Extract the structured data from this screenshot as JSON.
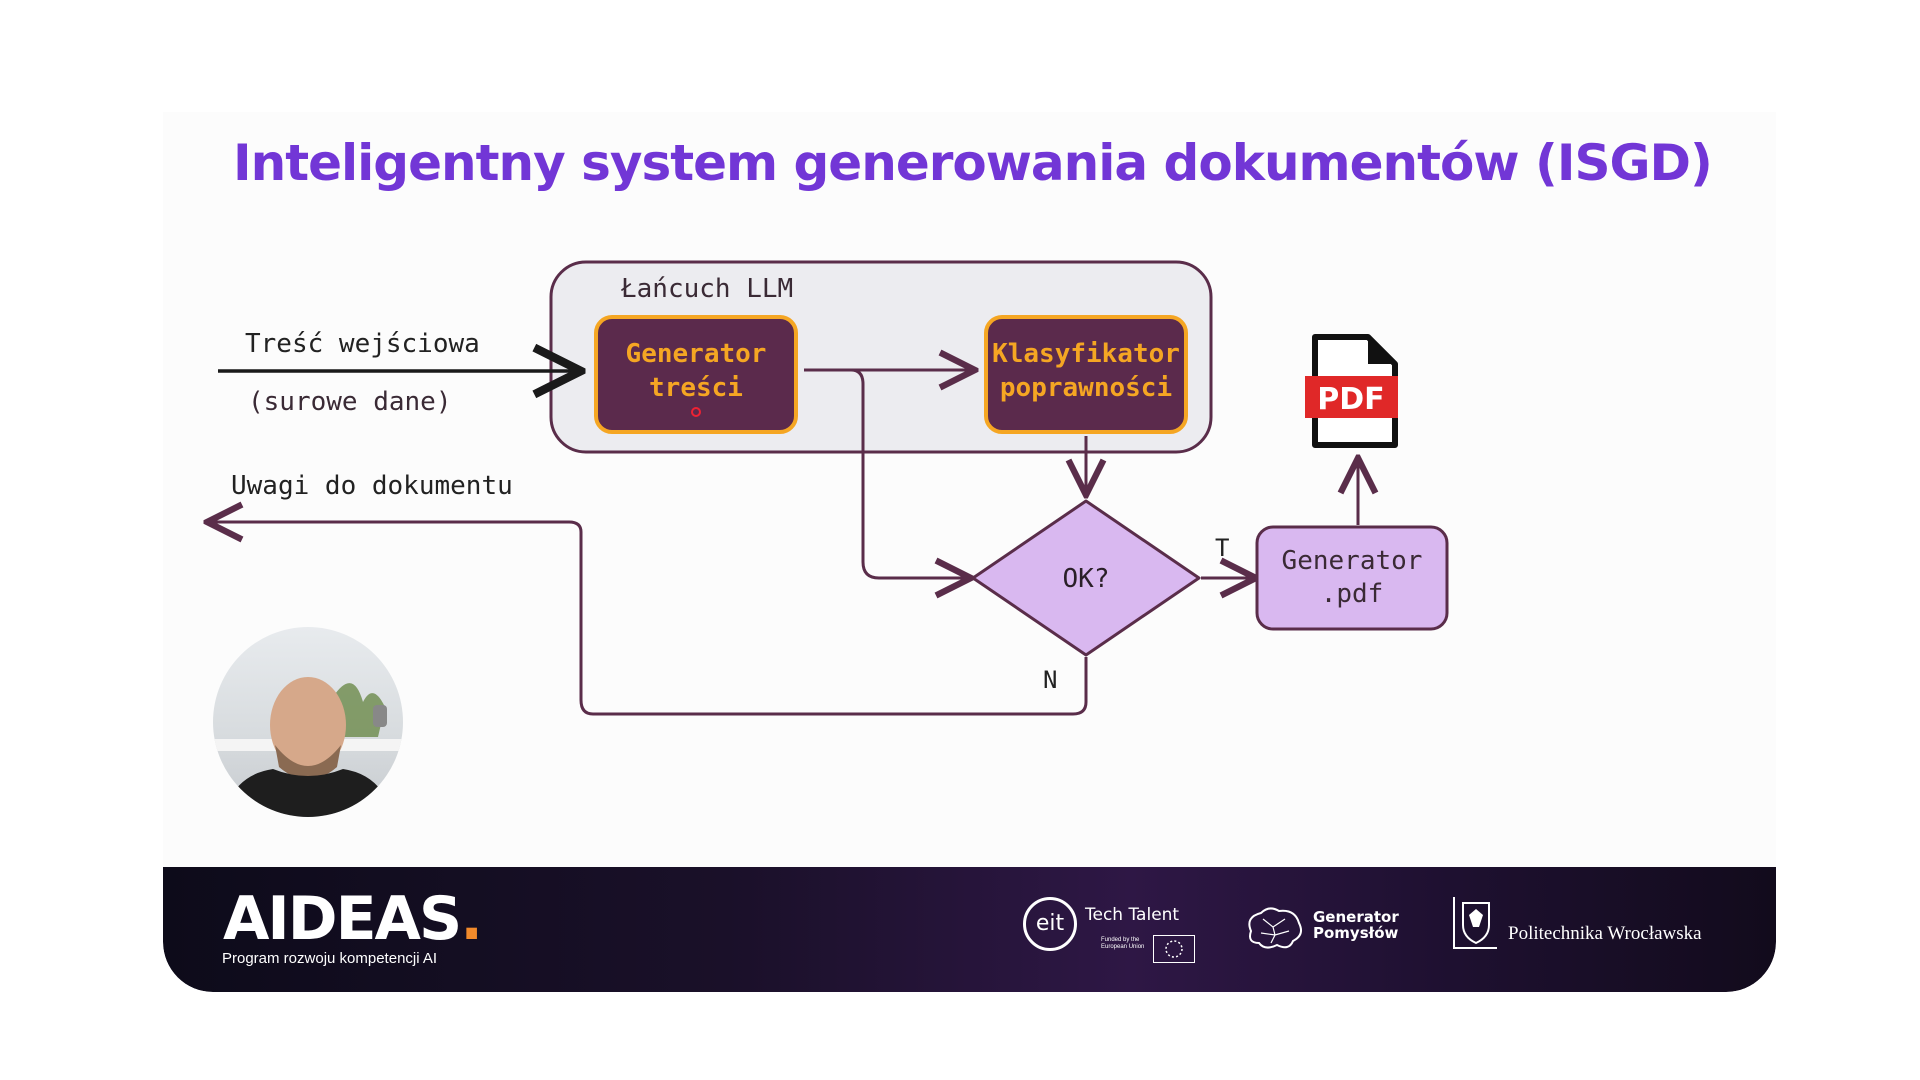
{
  "slide": {
    "title": "Inteligentny system generowania dokumentów (ISGD)"
  },
  "diagram": {
    "container_label": "Łańcuch LLM",
    "input_label": "Treść wejściowa",
    "input_sublabel": "(surowe dane)",
    "feedback_label": "Uwagi do dokumentu",
    "generator_line1": "Generator",
    "generator_line2": "treści",
    "classifier_line1": "Klasyfikator",
    "classifier_line2": "poprawności",
    "decision": "OK?",
    "yes_label": "T",
    "no_label": "N",
    "pdf_gen_line1": "Generator",
    "pdf_gen_line2": ".pdf",
    "pdf_icon_text": "PDF"
  },
  "colors": {
    "title": "#7236d6",
    "dark_box": "#5b2a4c",
    "box_border": "#f5a623",
    "box_text": "#f5a623",
    "light_box": "#d9b8f0",
    "line": "#5a2d4a",
    "container": "#ececf0",
    "pdf_red": "#e02828"
  },
  "footer": {
    "brand": "AIDEAS",
    "brand_dot": ".",
    "tagline": "Program rozwoju kompetencji AI",
    "eit_mark": "eit",
    "eit_name": "Tech Talent",
    "eit_funded": "Funded by the European Union",
    "gp_line1": "Generator",
    "gp_line2": "Pomysłów",
    "pw_name": "Politechnika Wrocławska"
  },
  "icons": {
    "pdf": "pdf-file-icon",
    "webcam": "presenter-webcam",
    "brain": "brain-icon",
    "shield": "university-crest-icon"
  }
}
